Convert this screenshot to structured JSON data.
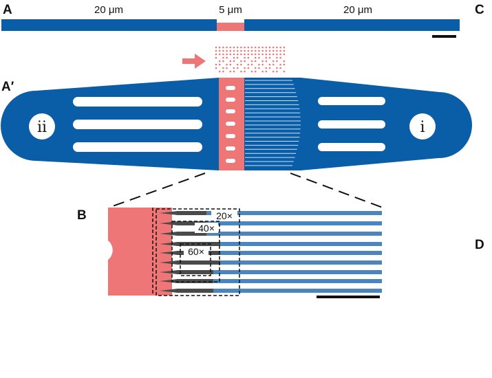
{
  "panels": {
    "a": "A",
    "a_prime": "A′",
    "b": "B",
    "c": "C",
    "d": "D"
  },
  "top_bar": {
    "left_length": "20 μm",
    "middle_length": "5 μm",
    "right_length": "20 μm"
  },
  "device": {
    "port_left": "ii",
    "port_right": "i"
  },
  "magnifications": {
    "m20": "20×",
    "m40": "40×",
    "m60": "60×"
  },
  "colors": {
    "channel_blue": "#0a5ea8",
    "constriction_pink": "#ef7676",
    "capillary_blue": "#4a86bd",
    "tip_dark": "#4a4a4a"
  }
}
